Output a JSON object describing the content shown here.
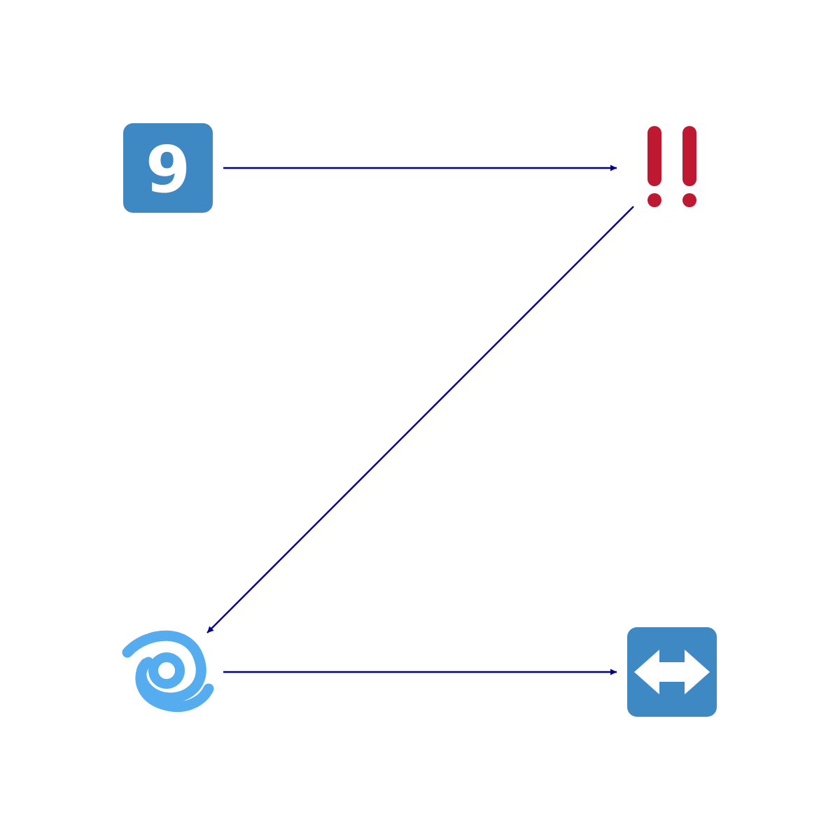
{
  "diagram": {
    "background": "#ffffff",
    "edge_color": "#00008b",
    "nodes": [
      {
        "id": "keycap-nine",
        "icon": "keycap-digit-nine-icon",
        "glyph": "9",
        "fill": "#3e89c3",
        "glyph_color": "#ffffff"
      },
      {
        "id": "double-exclamation",
        "icon": "double-exclamation-mark-icon",
        "fill": "#be1931"
      },
      {
        "id": "cyclone",
        "icon": "cyclone-icon",
        "fill": "#55acee"
      },
      {
        "id": "left-right-arrow",
        "icon": "left-right-arrow-icon",
        "fill": "#3e89c3",
        "glyph_color": "#ffffff"
      }
    ],
    "edges": [
      {
        "from": "keycap-nine",
        "to": "double-exclamation"
      },
      {
        "from": "double-exclamation",
        "to": "cyclone"
      },
      {
        "from": "cyclone",
        "to": "left-right-arrow"
      }
    ]
  },
  "keycap": {
    "glyph": "9"
  }
}
